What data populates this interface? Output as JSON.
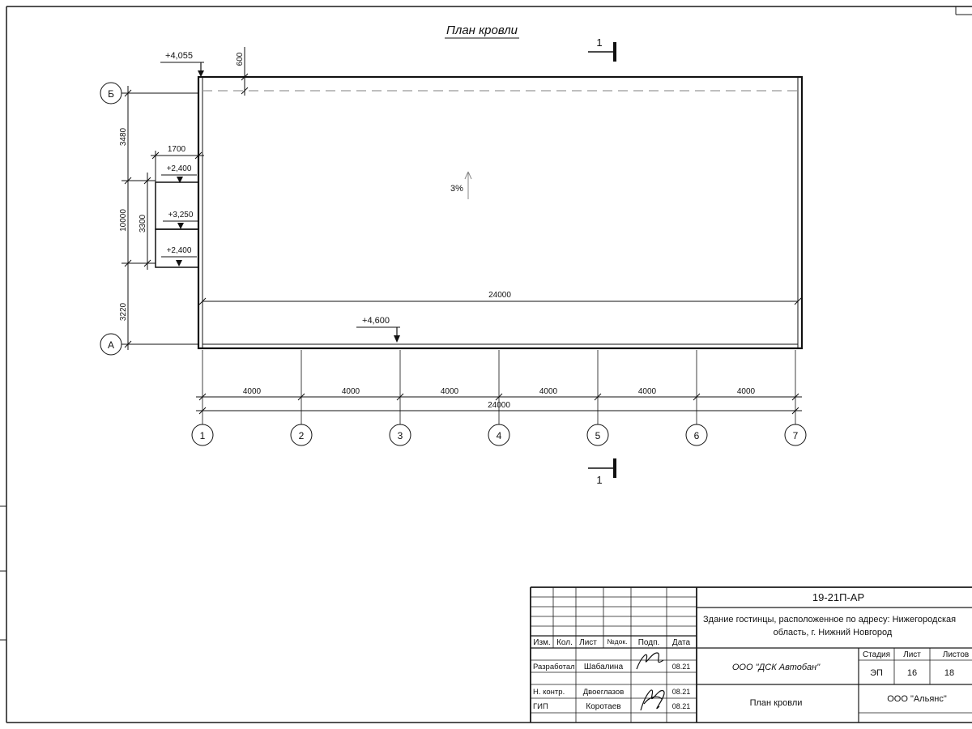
{
  "sheet": {
    "title": "План кровли"
  },
  "plan": {
    "elev_top_left": "+4,055",
    "dim_overhang": "600",
    "row_labels": [
      "Б",
      "А"
    ],
    "col_labels": [
      "1",
      "2",
      "3",
      "4",
      "5",
      "6",
      "7"
    ],
    "left_chain": [
      "3480",
      "3300",
      "3220"
    ],
    "left_total": "10000",
    "ledge_width": "1700",
    "ledge_elevs": [
      "+2,400",
      "+3,250",
      "+2,400"
    ],
    "slope": "3%",
    "inner_length": "24000",
    "elev_bottom": "+4,600",
    "bottom_dims": [
      "4000",
      "4000",
      "4000",
      "4000",
      "4000",
      "4000"
    ],
    "bottom_total": "24000",
    "section_label": "1"
  },
  "titleblock": {
    "doc_number": "19-21П-АР",
    "project_line1": "Здание гостинцы, расположенное по адресу: Нижегородская",
    "project_line2": "область, г. Нижний Новгород",
    "header_cols": [
      "Изм.",
      "Кол.",
      "Лист",
      "№док.",
      "Подп.",
      "Дата"
    ],
    "rows": [
      {
        "role": "Разработал",
        "name": "Шабалина",
        "date": "08.21"
      },
      {
        "role": "Н. контр.",
        "name": "Двоеглазов",
        "date": "08.21"
      },
      {
        "role": "ГИП",
        "name": "Коротаев",
        "date": "08.21"
      }
    ],
    "contractor": "ООО \"ДСК Автобан\"",
    "stage_label": "Стадия",
    "sheet_label": "Лист",
    "sheets_label": "Листов",
    "stage": "ЭП",
    "sheet_num": "16",
    "sheets_total": "18",
    "drawing_name": "План кровли",
    "org": "ООО \"Альянс\""
  }
}
